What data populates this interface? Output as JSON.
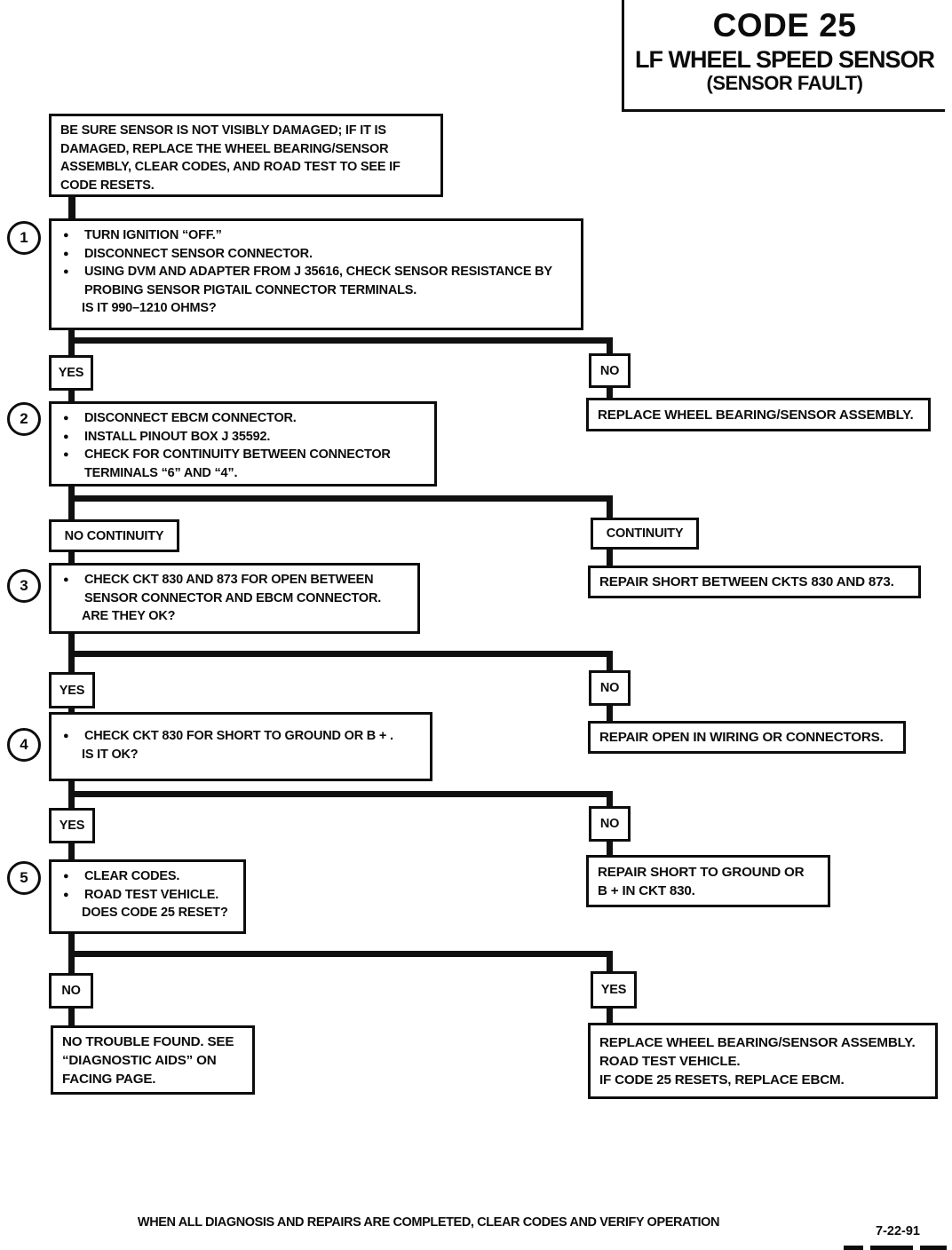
{
  "header": {
    "code_title": "CODE 25",
    "subtitle": "LF WHEEL SPEED SENSOR",
    "subtitle2": "(SENSOR FAULT)"
  },
  "advisory": {
    "text": "BE SURE SENSOR IS NOT VISIBLY DAMAGED; IF IT IS DAMAGED, REPLACE THE WHEEL BEARING/SENSOR ASSEMBLY, CLEAR CODES, AND ROAD TEST TO SEE IF CODE RESETS."
  },
  "steps": [
    {
      "number": "1",
      "bullets": [
        "TURN IGNITION “OFF.”",
        "DISCONNECT SENSOR CONNECTOR.",
        "USING DVM AND ADAPTER FROM J 35616, CHECK SENSOR RESISTANCE BY PROBING SENSOR PIGTAIL CONNECTOR TERMINALS."
      ],
      "question": "IS IT 990–1210 OHMS?"
    },
    {
      "number": "2",
      "bullets": [
        "DISCONNECT EBCM CONNECTOR.",
        "INSTALL PINOUT BOX J 35592.",
        "CHECK FOR CONTINUITY BETWEEN CONNECTOR TERMINALS “6” AND “4”."
      ],
      "question": ""
    },
    {
      "number": "3",
      "bullets": [
        "CHECK CKT 830 AND 873 FOR OPEN BETWEEN SENSOR CONNECTOR AND EBCM CONNECTOR."
      ],
      "question": "ARE THEY OK?"
    },
    {
      "number": "4",
      "bullets": [
        "CHECK CKT 830 FOR SHORT TO GROUND OR B + ."
      ],
      "question": "IS IT OK?"
    },
    {
      "number": "5",
      "bullets": [
        "CLEAR CODES.",
        "ROAD TEST VEHICLE."
      ],
      "question": "DOES CODE 25 RESET?"
    }
  ],
  "decisions": {
    "row1_left": "YES",
    "row1_right": "NO",
    "row2_left": "NO CONTINUITY",
    "row2_right": "CONTINUITY",
    "row3_left": "YES",
    "row3_right": "NO",
    "row4_left": "YES",
    "row4_right": "NO",
    "row5_left": "NO",
    "row5_right": "YES"
  },
  "outcomes": {
    "replace_assembly": "REPLACE WHEEL BEARING/SENSOR ASSEMBLY.",
    "repair_short_ckts": "REPAIR SHORT BETWEEN CKTS 830 AND 873.",
    "repair_open": "REPAIR OPEN IN WIRING OR CONNECTORS.",
    "repair_short_ground_line1": "REPAIR SHORT TO GROUND OR",
    "repair_short_ground_line2": "B +  IN CKT 830.",
    "no_trouble_line1": "NO TROUBLE FOUND.  SEE",
    "no_trouble_line2": "“DIAGNOSTIC AIDS” ON",
    "no_trouble_line3": "FACING PAGE.",
    "final_replace_line1": "REPLACE WHEEL BEARING/SENSOR ASSEMBLY.",
    "final_replace_line2": "ROAD TEST VEHICLE.",
    "final_replace_line3": "IF CODE 25 RESETS, REPLACE EBCM."
  },
  "footer": {
    "note": "WHEN ALL DIAGNOSIS AND REPAIRS ARE COMPLETED, CLEAR CODES AND VERIFY OPERATION",
    "date": "7-22-91"
  },
  "bullet_glyph": "●"
}
